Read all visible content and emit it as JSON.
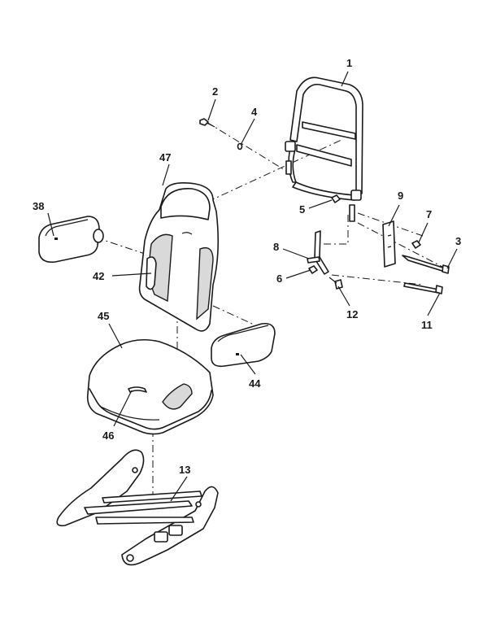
{
  "callouts": {
    "c1": "1",
    "c2": "2",
    "c3": "3",
    "c4": "4",
    "c5": "5",
    "c6": "6",
    "c7": "7",
    "c8": "8",
    "c9": "9",
    "c11": "11",
    "c12": "12",
    "c13": "13",
    "c38": "38",
    "c42": "42",
    "c44": "44",
    "c45": "45",
    "c46": "46",
    "c47": "47"
  }
}
